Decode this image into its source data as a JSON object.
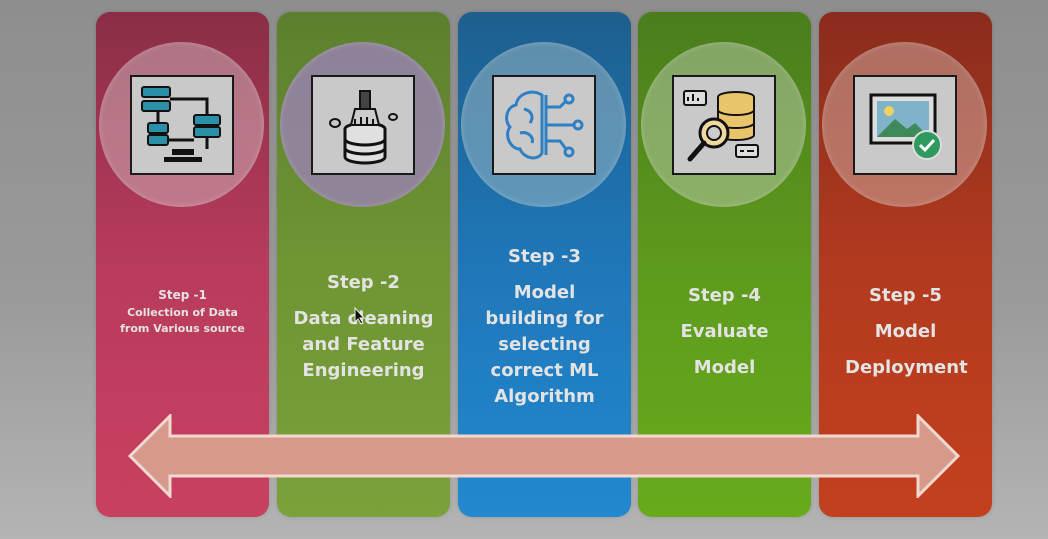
{
  "steps": [
    {
      "title": "Step -1",
      "desc": "Collection of Data from Various source",
      "icon": "data-collection-icon",
      "color": "#c9405f"
    },
    {
      "title": "Step -2",
      "desc": "Data cleaning and Feature Engineering",
      "icon": "data-cleaning-icon",
      "color": "#7aa13a"
    },
    {
      "title": "Step -3",
      "desc": "Model building for selecting correct ML Algorithm",
      "icon": "brain-circuit-icon",
      "color": "#2288cf"
    },
    {
      "title": "Step -4",
      "desc": "Evaluate Model",
      "icon": "evaluate-database-icon",
      "color": "#67ab1c"
    },
    {
      "title": "Step -5",
      "desc": "Model Deployment",
      "icon": "deployment-image-icon",
      "color": "#c3401d"
    }
  ]
}
